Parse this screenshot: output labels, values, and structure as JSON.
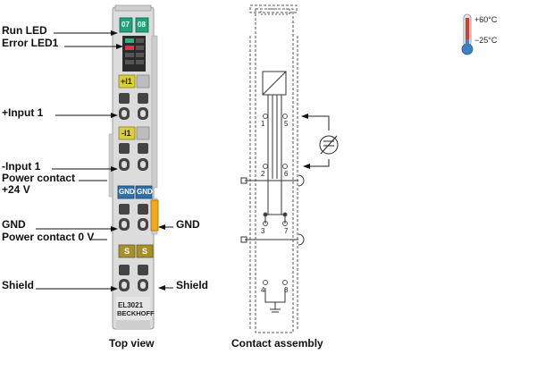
{
  "top_view": {
    "caption": "Top view",
    "labels": {
      "run_led": "Run LED",
      "error_led": "Error LED1",
      "input1_plus": "+Input 1",
      "input1_minus": "-Input 1",
      "power_contact_24": "Power contact",
      "power_contact_24_value": "+24 V",
      "gnd_left": "GND",
      "power_contact_0": "Power contact 0 V",
      "gnd_right": "GND",
      "shield_left": "Shield",
      "shield_right": "Shield"
    },
    "terminal": {
      "led_top_left": "07",
      "led_top_right": "08",
      "marker_plus": "+I1",
      "marker_minus": "-I1",
      "gnd_a": "GND",
      "gnd_b": "GND",
      "s_a": "S",
      "s_b": "S",
      "model": "EL3021",
      "brand": "BECKHOFF"
    }
  },
  "contact_assembly": {
    "caption": "Contact assembly",
    "pin_numbers": [
      "1",
      "5",
      "2",
      "6",
      "3",
      "7",
      "4",
      "8"
    ]
  },
  "temperature": {
    "max": "+60°C",
    "min": "−25°C"
  },
  "colors": {
    "led_green": "#1fa37a",
    "led_red": "#d7263d",
    "marker_yellow": "#d9cf3a",
    "marker_blue": "#2f6fa7",
    "marker_khaki": "#a88f2c",
    "power_orange": "#f0a81c",
    "housing_grey": "#d9d9d9"
  }
}
